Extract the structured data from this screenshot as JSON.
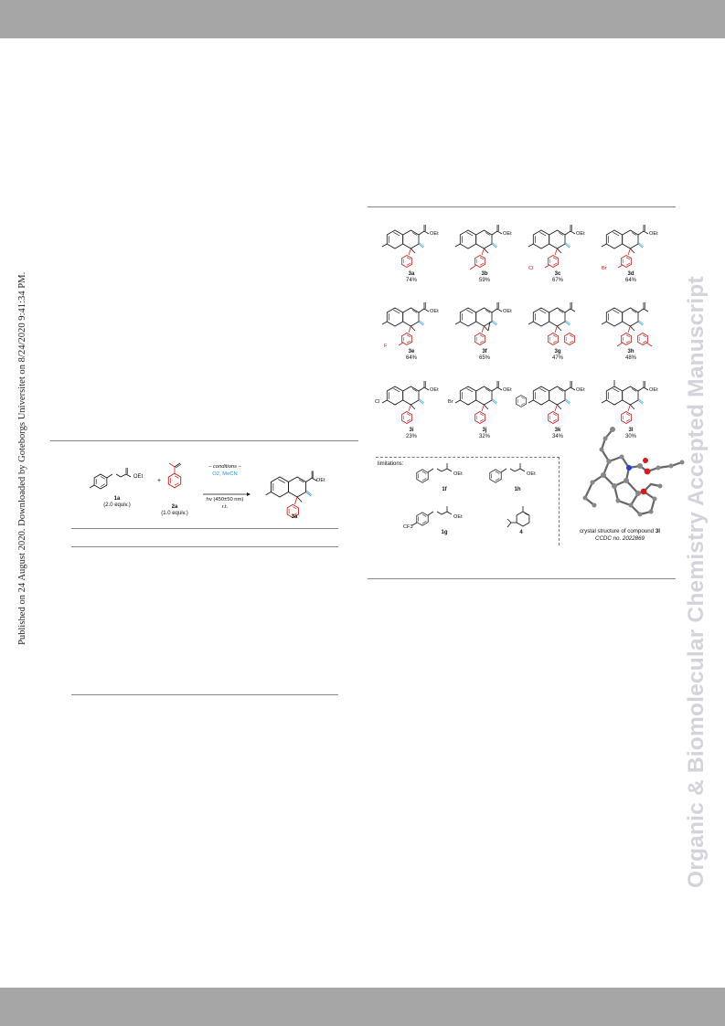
{
  "page": {
    "journal_watermark": "Organic & Biomolecular Chemistry Accepted Manuscript",
    "publication_note": "Published on 24 August 2020. Downloaded by Goteborgs Universitet on 8/24/2020 9:41:34 PM."
  },
  "reaction_scheme": {
    "reactant_1": {
      "label": "1a",
      "equiv": "(2.0 equiv.)"
    },
    "reactant_2": {
      "label": "2a",
      "equiv": "(1.0 equiv.)"
    },
    "plus": "+",
    "conditions_title": "– conditions –",
    "reagent": "O2, MeCN",
    "light": "hv (450±50 nm)",
    "temperature": "r.t.",
    "product": {
      "label": "3a"
    },
    "ester_label": "OEt"
  },
  "substrate_scope": {
    "compounds": [
      {
        "label": "3a",
        "yield": "74%"
      },
      {
        "label": "3b",
        "yield": "59%"
      },
      {
        "label": "3c",
        "yield": "67%"
      },
      {
        "label": "3d",
        "yield": "64%"
      },
      {
        "label": "3e",
        "yield": "64%"
      },
      {
        "label": "3f",
        "yield": "65%"
      },
      {
        "label": "3g",
        "yield": "47%"
      },
      {
        "label": "3h",
        "yield": "48%"
      },
      {
        "label": "3i",
        "yield": "23%"
      },
      {
        "label": "3j",
        "yield": "32%"
      },
      {
        "label": "3k",
        "yield": "34%"
      },
      {
        "label": "3l",
        "yield": "30%"
      }
    ],
    "substituents": {
      "cl": "Cl",
      "br": "Br",
      "f": "F",
      "cf3": "CF3"
    },
    "limitations_title": "limitations:",
    "limitations": [
      {
        "label": "1f"
      },
      {
        "label": "1h"
      },
      {
        "label": "1g"
      },
      {
        "label": "4"
      }
    ],
    "crystal_caption": "crystal structure of compound",
    "crystal_compound": "3l",
    "ccdc": "CCDC no. 2022869"
  }
}
